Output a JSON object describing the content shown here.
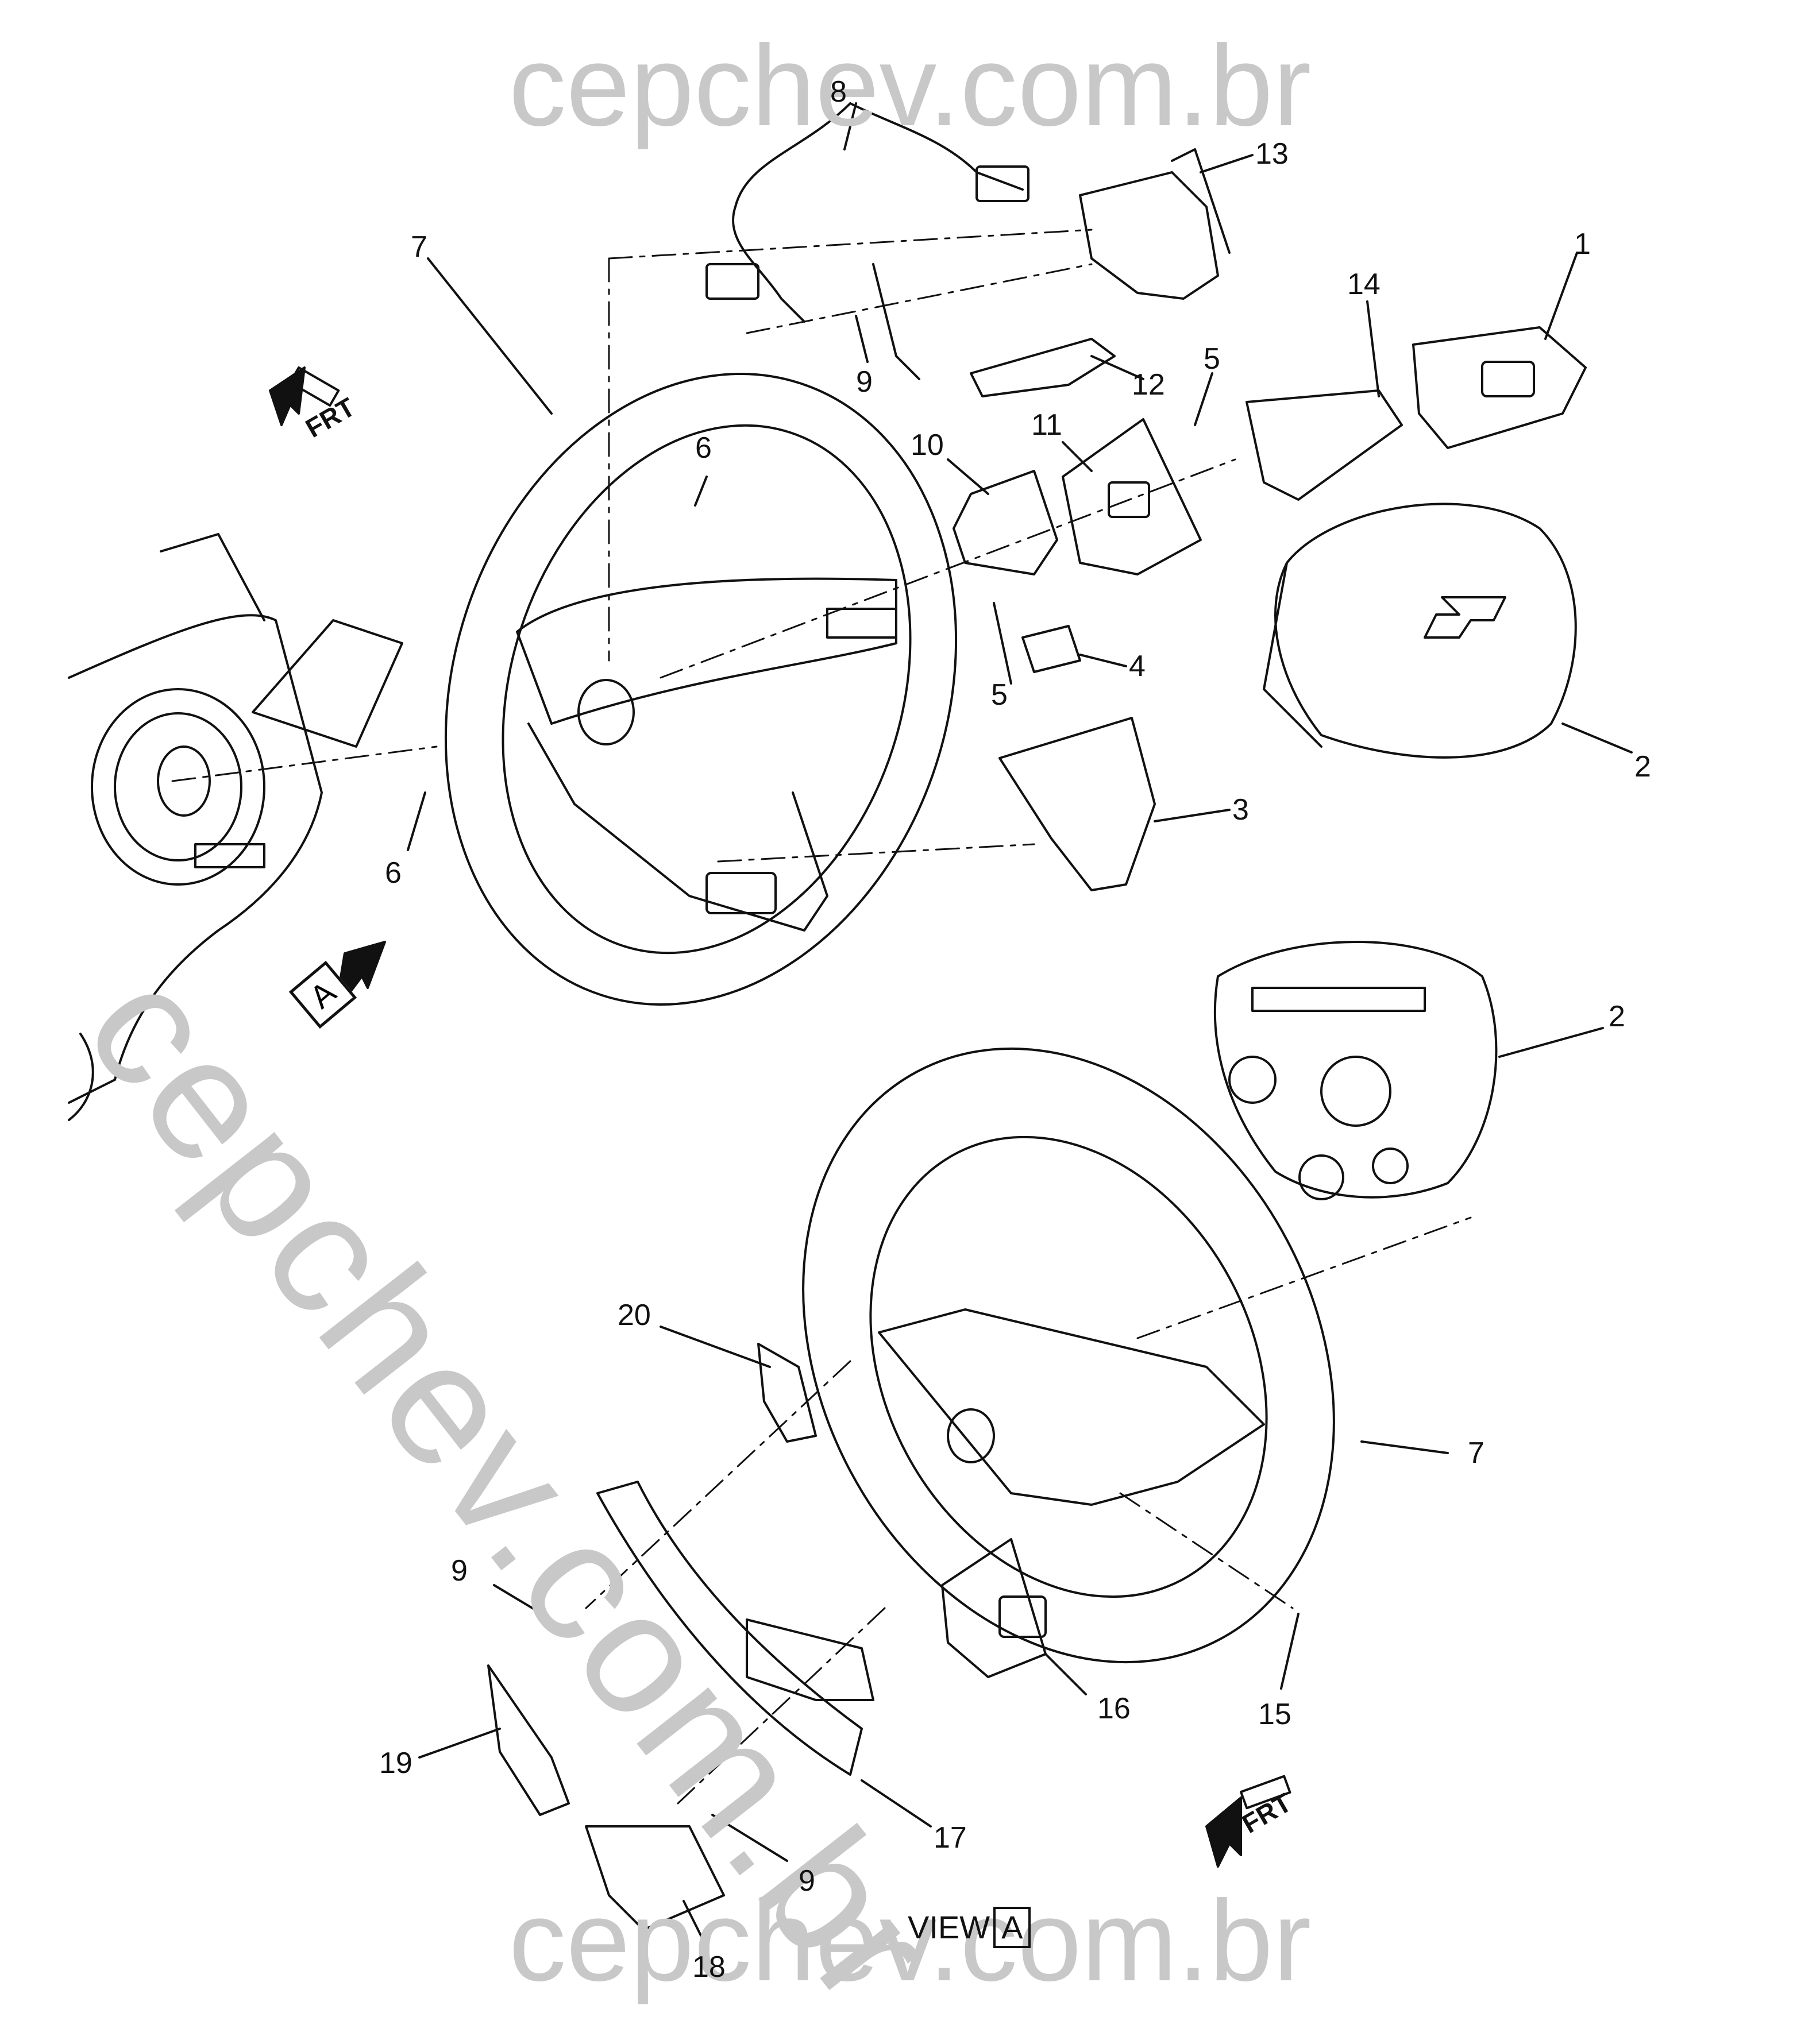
{
  "watermark": {
    "top": "cepchev.com.br",
    "bottom": "cepchev.com.br",
    "diagonal": "cepchev.com.br"
  },
  "view_label": {
    "prefix": "VIEW",
    "letter": "A"
  },
  "view_marker": "A",
  "direction_markers": [
    "FRT",
    "FRT"
  ],
  "callouts": [
    "8",
    "13",
    "1",
    "14",
    "5",
    "9",
    "12",
    "7",
    "6",
    "10",
    "11",
    "2",
    "4",
    "5",
    "3",
    "6",
    "2",
    "20",
    "7",
    "9",
    "16",
    "15",
    "19",
    "17",
    "9",
    "18"
  ]
}
